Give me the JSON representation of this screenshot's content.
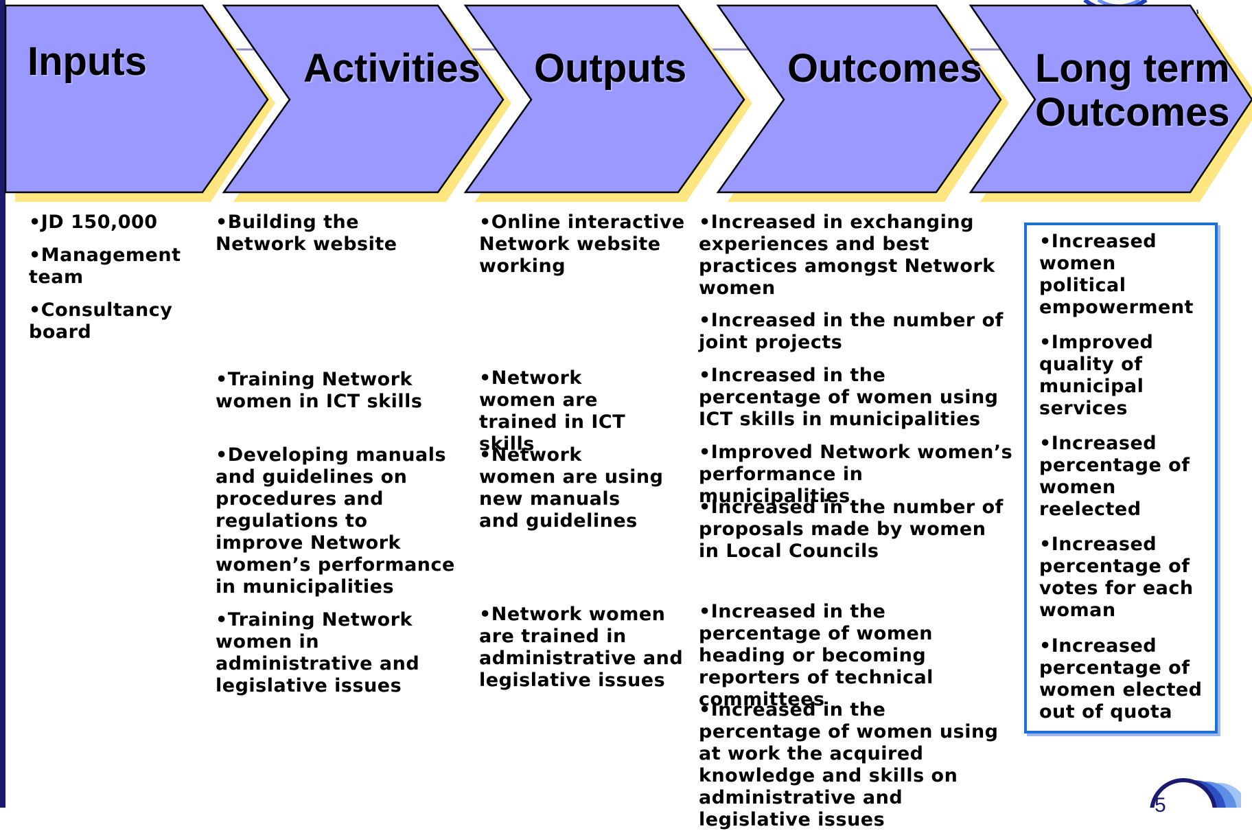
{
  "header": {
    "inputs": "Inputs",
    "activities": "Activities",
    "outputs": "Outputs",
    "outcomes": "Outcomes",
    "long_term_1": "Long term",
    "long_term_2": "Outcomes"
  },
  "inputs": [
    "•JD 150,000",
    "•Management team",
    "•Consultancy board"
  ],
  "activities": [
    "•Building the Network website",
    "•Training Network women in ICT skills",
    "•Developing manuals and guidelines on procedures and regulations to improve Network women’s performance in municipalities",
    "•Training Network women in administrative and legislative issues"
  ],
  "outputs": [
    "•Online interactive Network website working",
    "•Network women are trained in ICT skills",
    "•Network women are using new manuals and guidelines",
    "•Network women are trained in administrative and legislative issues"
  ],
  "outcomes": [
    "•Increased in exchanging experiences and best practices amongst Network women",
    "•Increased in the number of joint projects",
    "•Increased in the percentage of women using ICT skills in municipalities",
    "•Improved Network women’s performance in municipalities",
    "•Increased in the number of proposals made by women in Local Councils",
    "•Increased in the percentage of women heading or becoming reporters of technical committees",
    "•Increased in the percentage of women using at work the acquired knowledge and skills on administrative and legislative issues"
  ],
  "long_term": [
    "•Increased women political empowerment",
    "•Improved quality of municipal services",
    "•Increased percentage of women reelected",
    "•Increased percentage of votes for each woman",
    "•Increased percentage of women elected out of quota"
  ],
  "page_number": "5",
  "colors": {
    "chevron_fill": "#9999ff",
    "chevron_shadow": "#ffe680",
    "box_border": "#1e6fd6",
    "left_bar": "#1a1a6e"
  }
}
